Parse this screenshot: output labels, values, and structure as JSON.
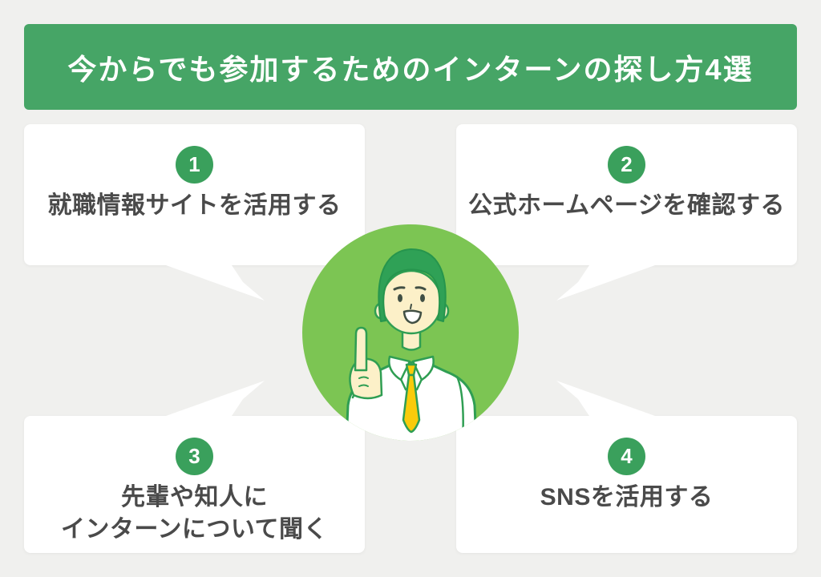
{
  "header": {
    "title": "今からでも参加するためのインターンの探し方4選"
  },
  "items": [
    {
      "number": "1",
      "lines": [
        "就職情報サイトを活用する"
      ]
    },
    {
      "number": "2",
      "lines": [
        "公式ホームページを確認する"
      ]
    },
    {
      "number": "3",
      "lines": [
        "先輩や知人に",
        "インターンについて聞く"
      ]
    },
    {
      "number": "4",
      "lines": [
        "SNSを活用する"
      ]
    }
  ],
  "center_icon": "man-in-white-suit-pointing-up",
  "colors": {
    "background": "#f0f0ee",
    "header_green": "#46a566",
    "badge_green": "#3aa05c",
    "circle_green": "#7cc553",
    "hair_green": "#2fa156",
    "outline_green": "#2f9e53",
    "tie_yellow": "#f9cb0b",
    "face_cream": "#fcf0c8",
    "text_dark": "#4a4a4a",
    "card_white": "#ffffff"
  }
}
